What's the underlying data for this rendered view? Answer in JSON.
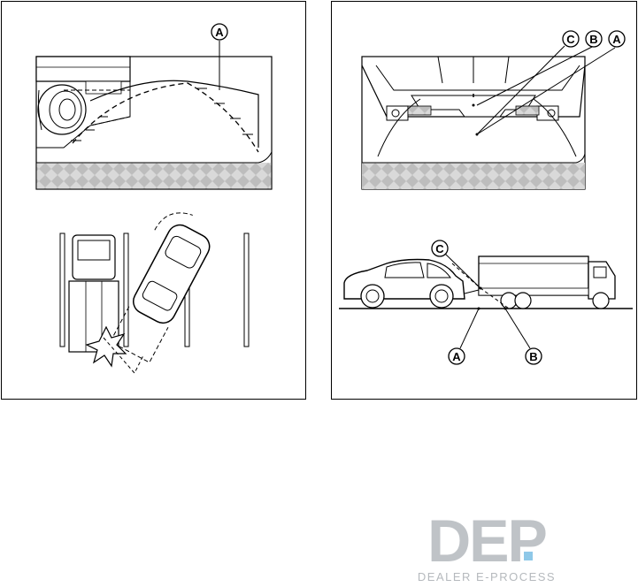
{
  "left_panel": {
    "callouts": {
      "a": "A"
    }
  },
  "right_panel": {
    "callouts_top": {
      "c": "C",
      "b": "B",
      "a": "A"
    },
    "callouts_bottom": {
      "c": "C",
      "a": "A",
      "b": "B"
    }
  },
  "watermark": {
    "logo_text": "DEP",
    "subtitle": "DEALER E-PROCESS"
  },
  "colors": {
    "line": "#000000",
    "ground_hatch": "#cfcfcf",
    "logo_gray": "#bfc3c7",
    "logo_blue": "#8ec8e8"
  }
}
